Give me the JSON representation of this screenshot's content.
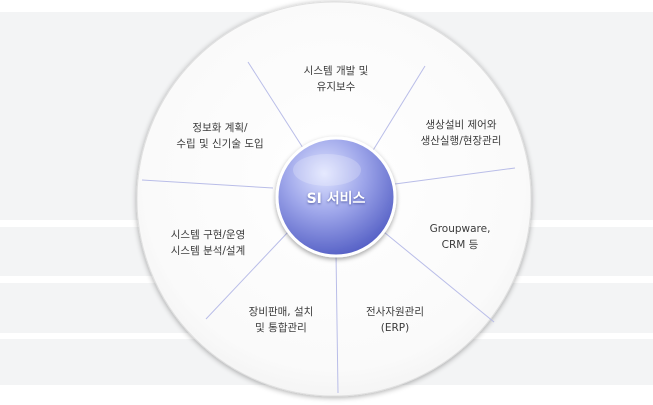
{
  "center": {
    "label": "SI 서비스"
  },
  "segments": [
    {
      "line1": "시스템 개발 및",
      "line2": "유지보수"
    },
    {
      "line1": "생상설비 제어와",
      "line2": "생산실행/현장관리"
    },
    {
      "line1": "Groupware,",
      "line2": "CRM 등"
    },
    {
      "line1": "전사자원관리",
      "line2": "(ERP)"
    },
    {
      "line1": "장비판매, 설치",
      "line2": "및 통합관리"
    },
    {
      "line1": "시스템 구현/운영",
      "line2": "시스템 분석/설계"
    },
    {
      "line1": "정보화 계획/",
      "line2": "수립 및 신기술 도입"
    }
  ]
}
